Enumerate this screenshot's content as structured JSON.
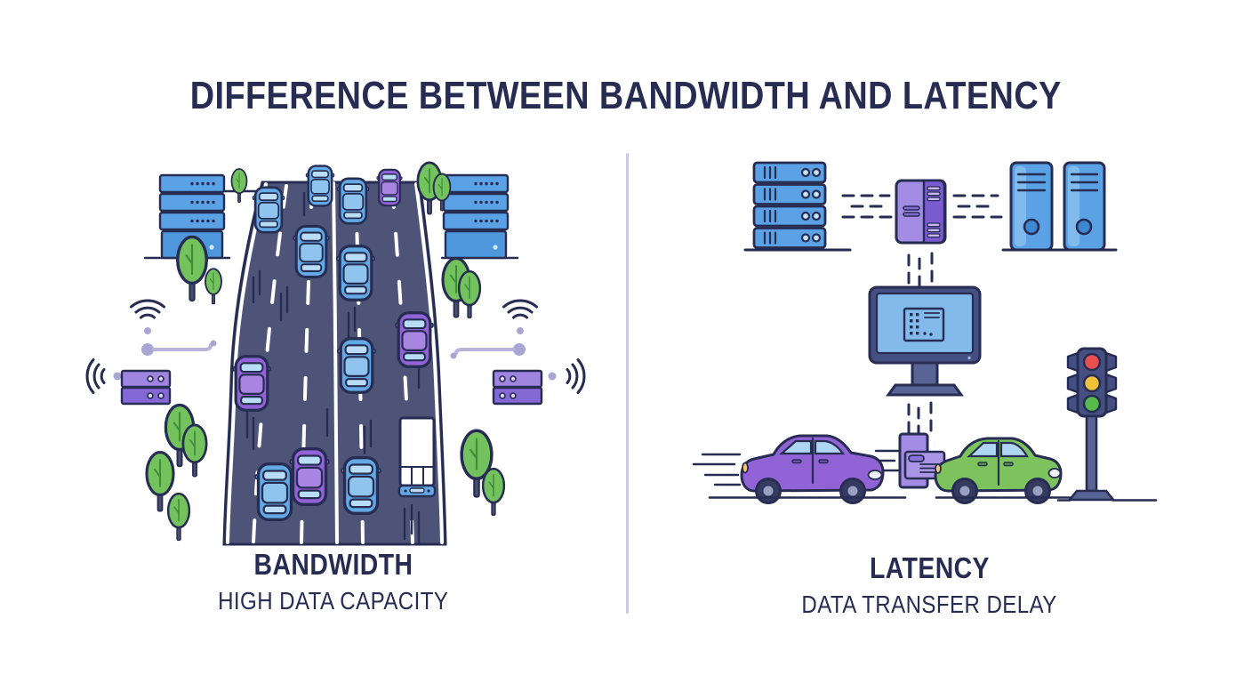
{
  "title": "DIFFERENCE BETWEEN BANDWIDTH AND LATENCY",
  "bandwidth_panel": {
    "label": "BANDWIDTH",
    "sublabel": "HIGH DATA CAPACITY",
    "scene_elements": [
      "server-rack-icon",
      "tree-icon",
      "wifi-signal-icon",
      "router-icon",
      "highway-icon",
      "car-icon",
      "truck-icon"
    ]
  },
  "latency_panel": {
    "label": "LATENCY",
    "sublabel": "DATA TRANSFER DELAY",
    "scene_elements": [
      "server-rack-icon",
      "data-packet-icon",
      "tower-server-icon",
      "monitor-icon",
      "dashed-connection",
      "car-icon",
      "traffic-light-icon"
    ]
  },
  "colors": {
    "text_navy": "#272c52",
    "ink_navy": "#262c52",
    "road": "#4d5478",
    "lane_marking": "#ffffff",
    "server_blue": "#5ba1e5",
    "server_blue_light": "#8ec4ee",
    "car_blue": "#62a9e5",
    "car_blue_roof": "#8ec4ee",
    "car_purple": "#9263d6",
    "car_purple_roof": "#a985e2",
    "car_green": "#7cc35e",
    "window_blue": "#aed6f2",
    "truck_white": "#ffffff",
    "packet_purple": "#a38ce4",
    "packet_purple_dark": "#7a5bd0",
    "router_purple": "#8f74d8",
    "tree_green": "#74c25e",
    "connector_lavender": "#b7b4dc",
    "lavender_dot": "#a9a6d4",
    "monitor_frame": "#454f82",
    "monitor_screen": "#82baec",
    "slate": "#5a6395",
    "traffic_red": "#e8504f",
    "traffic_yellow": "#f0c23c",
    "traffic_green": "#58b94d",
    "divider": "#cbcae3"
  }
}
